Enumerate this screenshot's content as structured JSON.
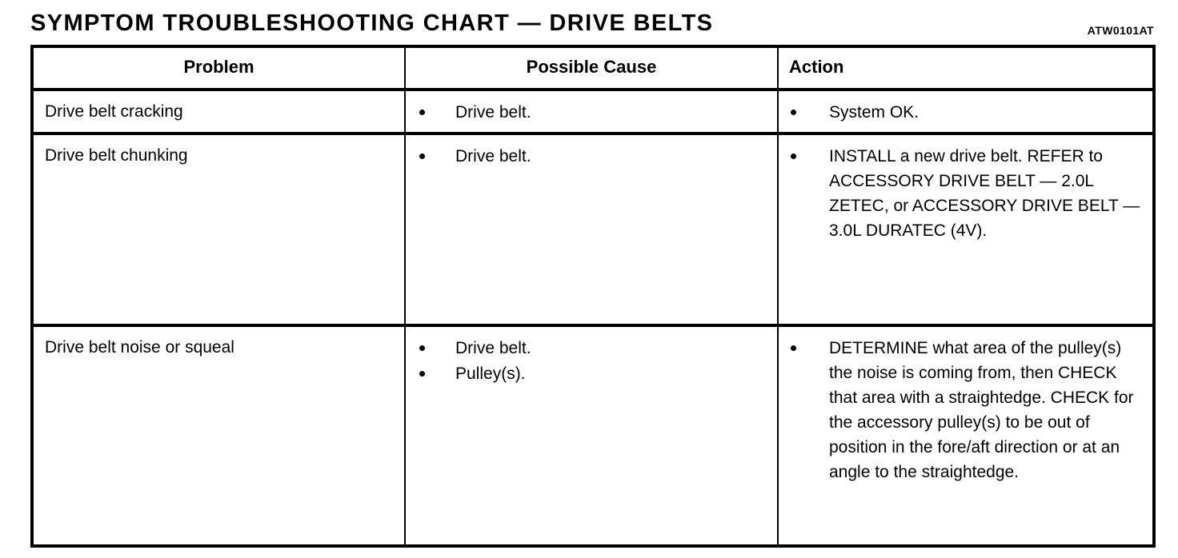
{
  "document": {
    "title": "SYMPTOM TROUBLESHOOTING CHART — DRIVE BELTS",
    "reference_code": "ATW0101AT"
  },
  "table": {
    "headers": {
      "problem": "Problem",
      "cause": "Possible Cause",
      "action": "Action"
    },
    "rows": [
      {
        "problem": "Drive belt cracking",
        "causes": [
          "Drive belt."
        ],
        "actions": [
          "System OK."
        ]
      },
      {
        "problem": "Drive belt chunking",
        "causes": [
          "Drive belt."
        ],
        "actions": [
          "INSTALL a new drive belt. REFER to ACCESSORY DRIVE BELT — 2.0L ZETEC, or ACCESSORY DRIVE BELT — 3.0L DURATEC (4V)."
        ]
      },
      {
        "problem": "Drive belt noise or squeal",
        "causes": [
          "Drive belt.",
          "Pulley(s)."
        ],
        "actions": [
          "DETERMINE what area of the pulley(s) the noise is coming from, then CHECK that area with a straightedge.  CHECK for the accessory pulley(s) to be out of position in the fore/aft direction or at an angle to the straightedge."
        ]
      }
    ]
  },
  "colors": {
    "ink": "#000000",
    "paper": "#ffffff"
  }
}
